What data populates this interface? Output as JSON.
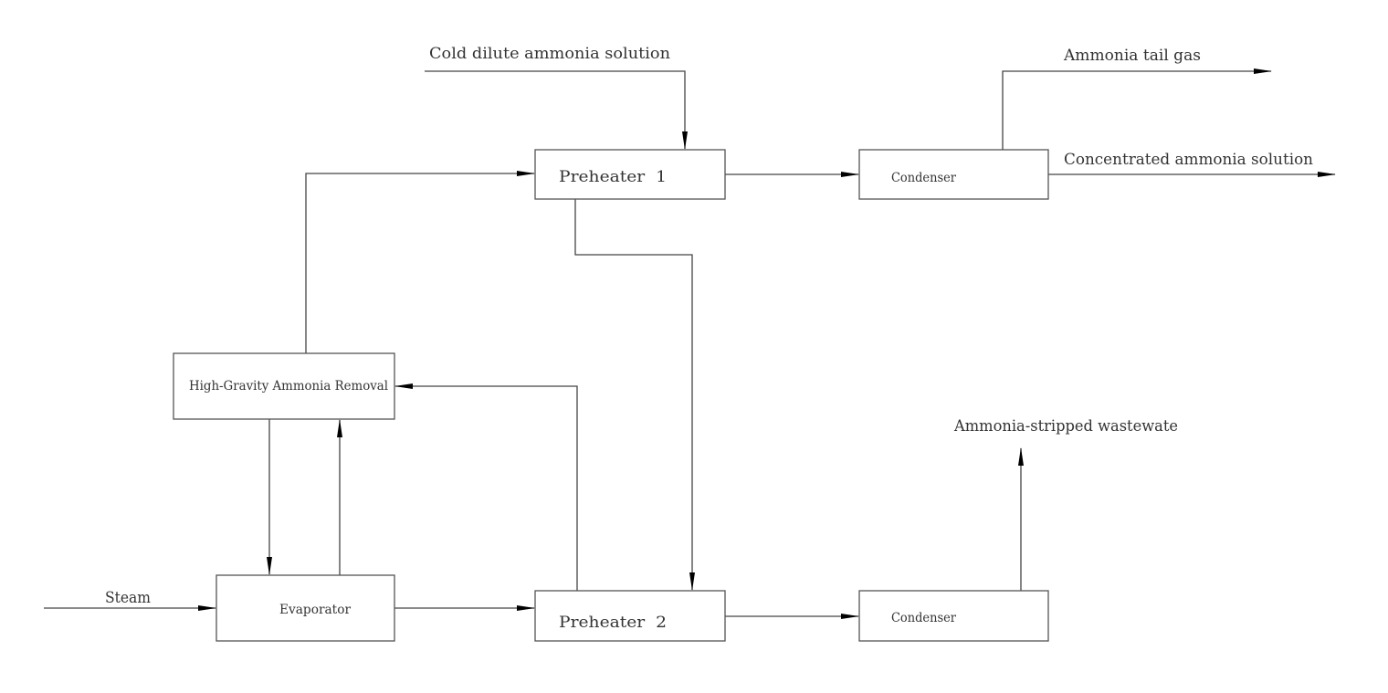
{
  "units": {
    "preheater1": "Preheater  1",
    "preheater2": "Preheater  2",
    "condenser_top": "Condenser",
    "condenser_bottom": "Condenser",
    "hgar": "High-Gravity Ammonia Removal",
    "evaporator": "Evaporator"
  },
  "streams": {
    "cold_dilute": "Cold dilute ammonia solution",
    "tail_gas": "Ammonia tail gas",
    "concentrated": "Concentrated ammonia solution",
    "stripped": "Ammonia-stripped wastewate",
    "steam": "Steam"
  }
}
